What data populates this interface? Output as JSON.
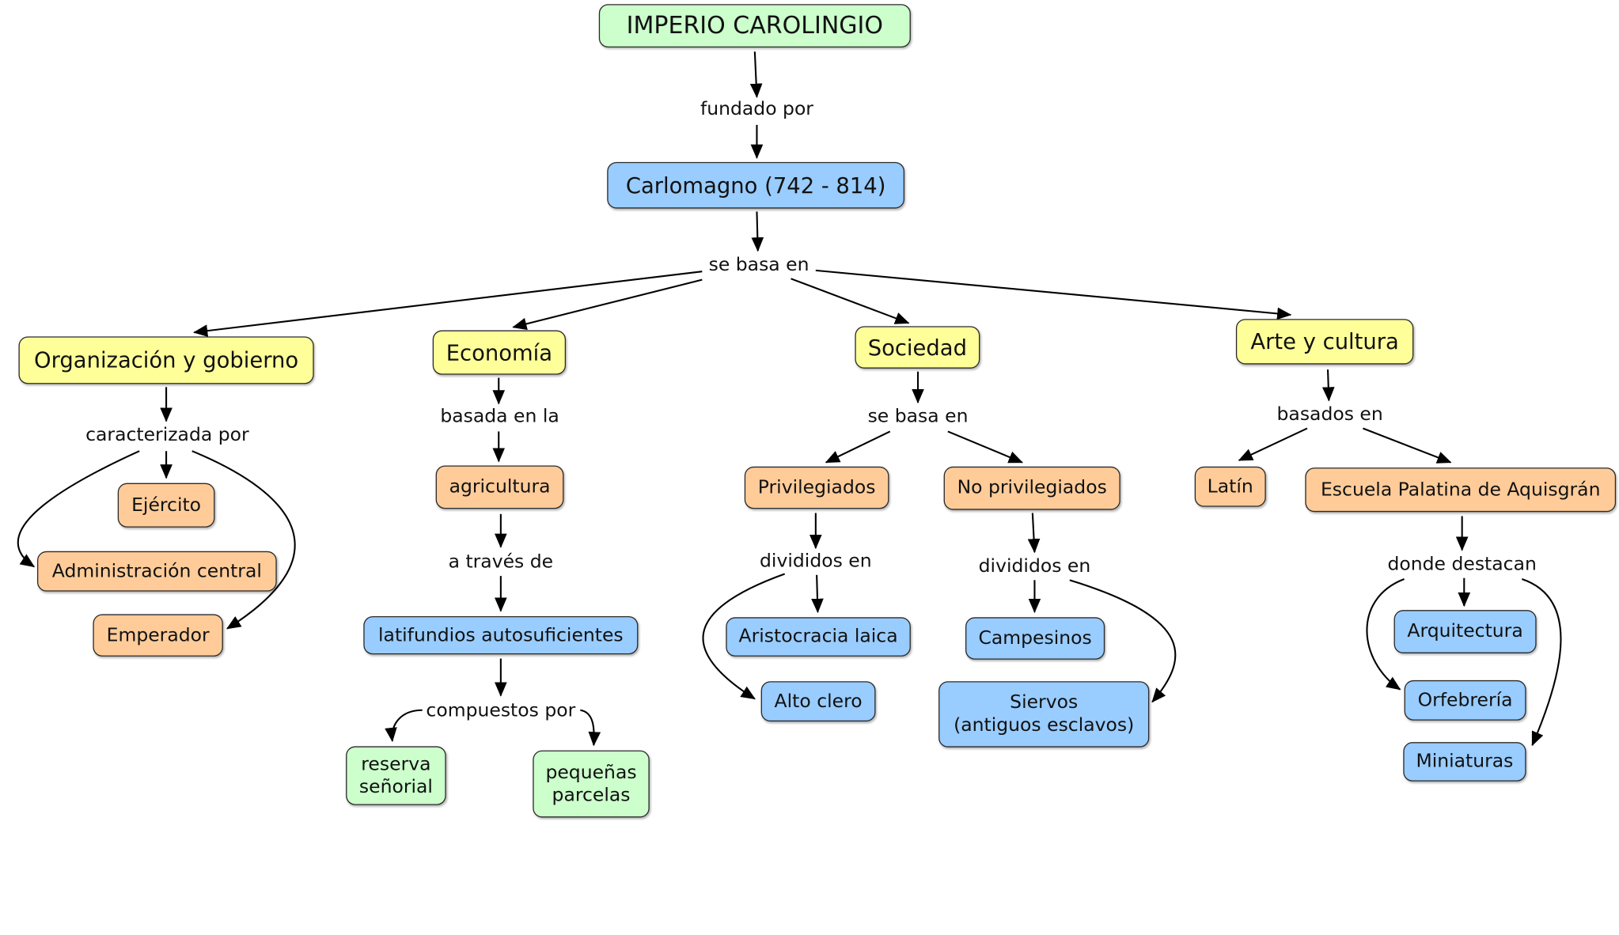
{
  "colors": {
    "green": "#ccffcc",
    "blue": "#99ccff",
    "yellow": "#ffff99",
    "orange": "#ffcc99",
    "border": "#2a2a2a",
    "line": "#000000"
  },
  "concepts": {
    "imperio_carolingio": {
      "label": "IMPERIO CAROLINGIO"
    },
    "carlomagno": {
      "label": "Carlomagno (742 - 814)"
    },
    "organizacion": {
      "label": "Organización y gobierno"
    },
    "economia": {
      "label": "Economía"
    },
    "sociedad": {
      "label": "Sociedad"
    },
    "arte": {
      "label": "Arte y cultura"
    },
    "ejercito": {
      "label": "Ejército"
    },
    "administracion": {
      "label": "Administración central"
    },
    "emperador": {
      "label": "Emperador"
    },
    "agricultura": {
      "label": "agricultura"
    },
    "latifundios": {
      "label": "latifundios autosuficientes"
    },
    "reserva": {
      "lines": [
        "reserva",
        "señorial"
      ]
    },
    "pequenas": {
      "lines": [
        "pequeñas",
        "parcelas"
      ]
    },
    "privilegiados": {
      "label": "Privilegiados"
    },
    "no_privilegiados": {
      "label": "No privilegiados"
    },
    "aristocracia": {
      "label": "Aristocracia laica"
    },
    "alto_clero": {
      "label": "Alto clero"
    },
    "campesinos": {
      "label": "Campesinos"
    },
    "siervos": {
      "lines": [
        "Siervos",
        "(antiguos esclavos)"
      ]
    },
    "latin": {
      "label": "Latín"
    },
    "escuela": {
      "label": "Escuela Palatina de Aquisgrán"
    },
    "arquitectura": {
      "label": "Arquitectura"
    },
    "orfebreria": {
      "label": "Orfebrería"
    },
    "miniaturas": {
      "label": "Miniaturas"
    }
  },
  "links": {
    "fundado_por": "fundado por",
    "se_basa_en_1": "se basa en",
    "caracterizada_por": "caracterizada por",
    "basada_en_la": "basada en la",
    "a_traves_de": "a través de",
    "compuestos_por": "compuestos por",
    "se_basa_en_2": "se basa en",
    "divididos_en_1": "divididos en",
    "divididos_en_2": "divididos en",
    "basados_en": "basados en",
    "donde_destacan": "donde destacan"
  }
}
